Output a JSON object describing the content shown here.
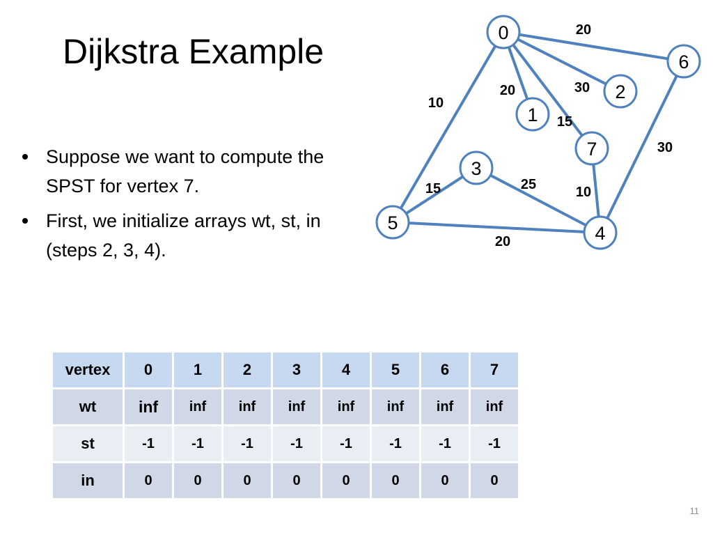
{
  "slide": {
    "title": "Dijkstra Example",
    "bullets": [
      "Suppose we want to compute the SPST for vertex 7.",
      "First, we initialize arrays wt, st, in (steps 2, 3, 4)."
    ],
    "page_number": "11"
  },
  "graph": {
    "nodes": [
      {
        "id": "0",
        "label": "0"
      },
      {
        "id": "1",
        "label": "1"
      },
      {
        "id": "2",
        "label": "2"
      },
      {
        "id": "3",
        "label": "3"
      },
      {
        "id": "4",
        "label": "4"
      },
      {
        "id": "5",
        "label": "5"
      },
      {
        "id": "6",
        "label": "6"
      },
      {
        "id": "7",
        "label": "7"
      }
    ],
    "edges": [
      {
        "from": "0",
        "to": "6",
        "weight": "20"
      },
      {
        "from": "0",
        "to": "1",
        "weight": "20"
      },
      {
        "from": "0",
        "to": "2",
        "weight": "30"
      },
      {
        "from": "0",
        "to": "5",
        "weight": "10"
      },
      {
        "from": "0",
        "to": "7",
        "weight": "15"
      },
      {
        "from": "6",
        "to": "4",
        "weight": "30"
      },
      {
        "from": "7",
        "to": "4",
        "weight": "10"
      },
      {
        "from": "3",
        "to": "4",
        "weight": "25"
      },
      {
        "from": "3",
        "to": "5",
        "weight": "15"
      },
      {
        "from": "5",
        "to": "4",
        "weight": "20"
      }
    ],
    "colors": {
      "node_stroke": "#4f81bd",
      "edge": "#4f81bd"
    }
  },
  "table": {
    "header": [
      "vertex",
      "0",
      "1",
      "2",
      "3",
      "4",
      "5",
      "6",
      "7"
    ],
    "rows": [
      {
        "label": "wt",
        "cells": [
          "inf",
          "inf",
          "inf",
          "inf",
          "inf",
          "inf",
          "inf",
          "inf"
        ]
      },
      {
        "label": "st",
        "cells": [
          "-1",
          "-1",
          "-1",
          "-1",
          "-1",
          "-1",
          "-1",
          "-1"
        ]
      },
      {
        "label": "in",
        "cells": [
          "0",
          "0",
          "0",
          "0",
          "0",
          "0",
          "0",
          "0"
        ]
      }
    ],
    "colors": {
      "header": "#c6d9f1",
      "band_dark": "#d0d8e8",
      "band_light": "#e9edf4"
    }
  }
}
